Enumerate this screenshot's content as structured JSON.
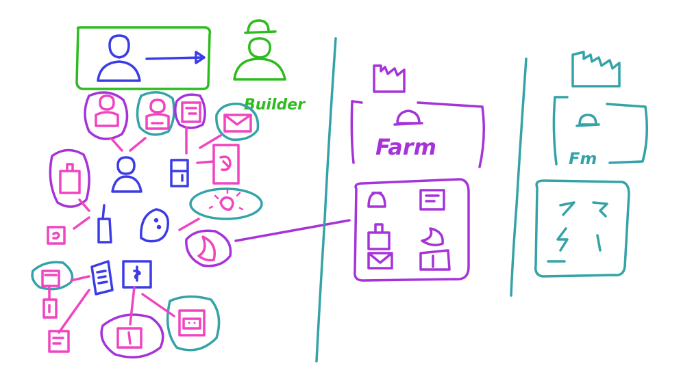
{
  "labels": {
    "builder": "Builder",
    "farm_middle": "Farm",
    "farm_right": "Fm"
  },
  "colors": {
    "green": "#2dbb1e",
    "blue": "#3c3ce6",
    "magenta": "#f044c0",
    "purple": "#a533d9",
    "teal": "#33a3a8"
  }
}
